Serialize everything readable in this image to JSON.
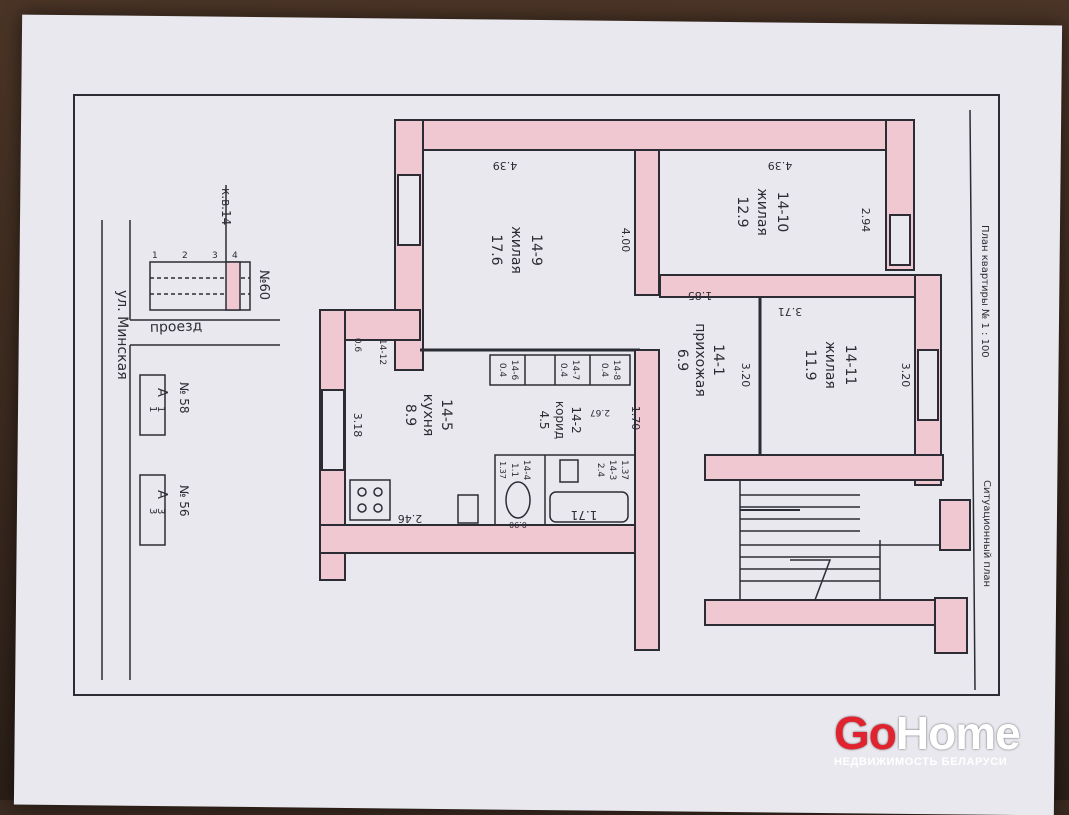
{
  "colors": {
    "paper": "#e8e8ee",
    "wall_fill": "#f0c8d2",
    "ink": "#2c2c34",
    "logo_red": "#e0232e"
  },
  "rooms": [
    {
      "id": "14-9",
      "type": "жилая",
      "area": "17.6"
    },
    {
      "id": "14-10",
      "type": "жилая",
      "area": "12.9"
    },
    {
      "id": "14-11",
      "type": "жилая",
      "area": "11.9"
    },
    {
      "id": "14-1",
      "type": "прихожая",
      "area": "6.9"
    },
    {
      "id": "14-5",
      "type": "кухня",
      "area": "8.9"
    },
    {
      "id": "14-2",
      "type": "корид",
      "area": "4.5"
    }
  ],
  "small_rooms": [
    {
      "id": "14-12",
      "area": "0.6"
    },
    {
      "id": "14-6",
      "area": "0.4"
    },
    {
      "id": "14-7",
      "area": "0.4"
    },
    {
      "id": "14-8",
      "area": "0.4"
    },
    {
      "id": "14-4",
      "area": "1.1"
    },
    {
      "id": "14-3",
      "area": "2.4"
    }
  ],
  "dimensions": [
    "4.39",
    "4.39",
    "4.00",
    "2.94",
    "1.85",
    "3.71",
    "3.20",
    "3.20",
    "3.18",
    "1.70",
    "2.46",
    "2.67",
    "1.37",
    "1.71",
    "0.90",
    "1.37"
  ],
  "site_plan": {
    "street_label": "ул. Минская",
    "lane_label": "проезд",
    "building_label": "к.в.14",
    "bldg_a": "А",
    "bldg_a_frac_top": "1",
    "bldg_a_frac_bot": "1",
    "bldg_a_num": "№ 58",
    "bldg_b": "А",
    "bldg_b_frac_top": "3",
    "bldg_b_frac_bot": "3",
    "bldg_b_num": "№ 56",
    "number_60": "№60",
    "digits": [
      "1",
      "2",
      "3",
      "4"
    ]
  },
  "side_labels": {
    "floor_plan_scale": "План квартиры № 1 : 100",
    "situation_plan": "Ситуационный план"
  },
  "watermark": {
    "go": "Go",
    "home": "Home",
    "tagline": "НЕДВИЖИМОСТЬ БЕЛАРУСИ"
  }
}
